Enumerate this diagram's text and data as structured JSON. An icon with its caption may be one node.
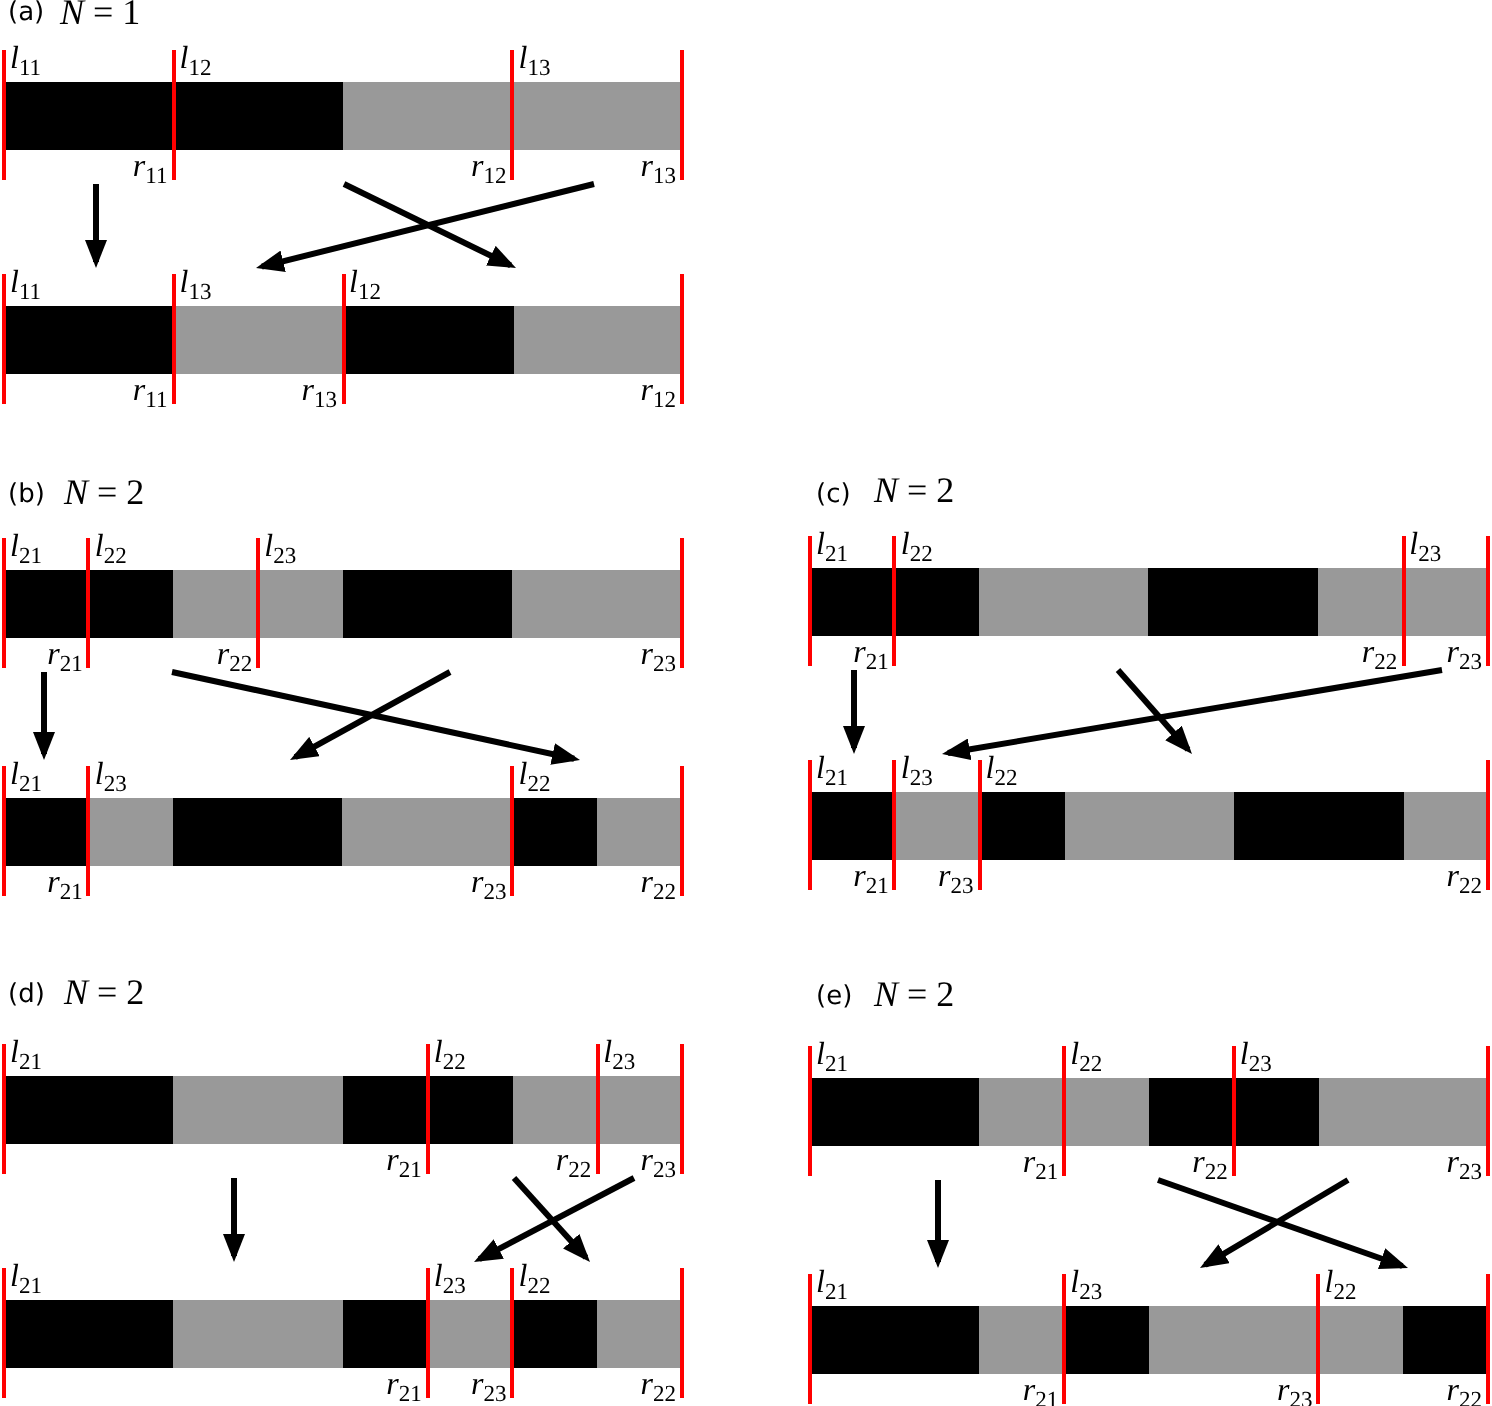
{
  "diagram": {
    "nodes": [
      {
        "text": [],
        "shape": "bar",
        "beside": [
          "*l*$_{11}$",
          "*r*$_{11}$"
        ]
      },
      {
        "text": [],
        "shape": "bar",
        "beside": [
          "*l*$_{12}$",
          "*r*$_{12}$"
        ]
      },
      {
        "text": [],
        "shape": "bar",
        "beside": [
          "*l*$_{13}$",
          "*r*$_{13}$"
        ]
      },
      {
        "text": [],
        "shape": "bar",
        "beside": [
          "*l*$_{11}$",
          "*r*$_{11}$"
        ]
      },
      {
        "text": [],
        "shape": "bar",
        "beside": [
          "*l*$_{13}$",
          "*r*$_{13}$"
        ]
      },
      {
        "text": [],
        "shape": "bar",
        "beside": [
          "*l*$_{12}$",
          "*r*$_{12}$"
        ]
      },
      {
        "text": [],
        "shape": "bar",
        "beside": [
          "*l*$_{21}$",
          "*r*$_{21}$"
        ]
      },
      {
        "text": [],
        "shape": "bar",
        "beside": [
          "*l*$_{22}$",
          "*r*$_{22}$"
        ]
      },
      {
        "text": [],
        "shape": "bar",
        "beside": [
          "*l*$_{23}$",
          "*r*$_{23}$"
        ]
      },
      {
        "text": [],
        "shape": "bar",
        "beside": [
          "*l*$_{21}$",
          "*r*$_{21}$"
        ]
      },
      {
        "text": [],
        "shape": "bar",
        "beside": [
          "*l*$_{23}$",
          "*r*$_{23}$"
        ]
      },
      {
        "text": [],
        "shape": "bar",
        "beside": [
          "*l*$_{22}$",
          "*r*$_{22}$"
        ]
      },
      {
        "text": [],
        "shape": "bar",
        "beside": [
          "*l*$_{21}$",
          "*r*$_{21}$"
        ]
      },
      {
        "text": [],
        "shape": "bar",
        "beside": [
          "*l*$_{22}$",
          "*r*$_{22}$"
        ]
      },
      {
        "text": [],
        "shape": "bar",
        "beside": [
          "*l*$_{23}$",
          "*r*$_{23}$"
        ]
      },
      {
        "text": [],
        "shape": "bar",
        "beside": [
          "*l*$_{21}$",
          "*r*$_{21}$"
        ]
      },
      {
        "text": [],
        "shape": "bar",
        "beside": [
          "*l*$_{23}$",
          "*r*$_{23}$"
        ]
      },
      {
        "text": [],
        "shape": "bar",
        "beside": [
          "*l*$_{22}$",
          "*r*$_{22}$"
        ]
      },
      {
        "text": [],
        "shape": "bar",
        "beside": [
          "*l*$_{21}$",
          "*r*$_{21}$"
        ]
      },
      {
        "text": [],
        "shape": "bar",
        "beside": [
          "*l*$_{22}$",
          "*r*$_{22}$"
        ]
      },
      {
        "text": [],
        "shape": "bar",
        "beside": [
          "*l*$_{23}$",
          "*r*$_{23}$"
        ]
      },
      {
        "text": [],
        "shape": "bar",
        "beside": [
          "*l*$_{21}$",
          "*r*$_{21}$"
        ]
      },
      {
        "text": [],
        "shape": "bar",
        "beside": [
          "*l*$_{23}$",
          "*r*$_{23}$"
        ]
      },
      {
        "text": [],
        "shape": "bar",
        "beside": [
          "*l*$_{22}$",
          "*r*$_{22}$"
        ]
      },
      {
        "text": [],
        "shape": "bar",
        "beside": [
          "*l*$_{21}$",
          "*r*$_{21}$"
        ]
      },
      {
        "text": [],
        "shape": "bar",
        "beside": [
          "*l*$_{22}$",
          "*r*$_{22}$"
        ]
      },
      {
        "text": [],
        "shape": "bar",
        "beside": [
          "*l*$_{23}$",
          "*r*$_{23}$"
        ]
      },
      {
        "text": [],
        "shape": "bar",
        "beside": [
          "*l*$_{21}$",
          "*r*$_{21}$"
        ]
      },
      {
        "text": [],
        "shape": "bar",
        "beside": [
          "*l*$_{23}$",
          "*r*$_{23}$"
        ]
      },
      {
        "text": [],
        "shape": "bar",
        "beside": [
          "*l*$_{22}$",
          "*r*$_{22}$"
        ]
      }
    ],
    "edges": [
      {
        "from": 0,
        "to": 3,
        "arrow": "to"
      },
      {
        "from": 1,
        "to": 5,
        "arrow": "to"
      },
      {
        "from": 2,
        "to": 4,
        "arrow": "to"
      },
      {
        "from": 6,
        "to": 9,
        "arrow": "to"
      },
      {
        "from": 7,
        "to": 11,
        "arrow": "to"
      },
      {
        "from": 8,
        "to": 10,
        "arrow": "to"
      },
      {
        "from": 12,
        "to": 15,
        "arrow": "to"
      },
      {
        "from": 13,
        "to": 17,
        "arrow": "to"
      },
      {
        "from": 14,
        "to": 16,
        "arrow": "to"
      },
      {
        "from": 18,
        "to": 21,
        "arrow": "to"
      },
      {
        "from": 19,
        "to": 23,
        "arrow": "to"
      },
      {
        "from": 20,
        "to": 22,
        "arrow": "to"
      },
      {
        "from": 24,
        "to": 27,
        "arrow": "to"
      },
      {
        "from": 25,
        "to": 29,
        "arrow": "to"
      },
      {
        "from": 26,
        "to": 28,
        "arrow": "to"
      }
    ],
    "labels": [
      "(a)",
      "*N* = 1",
      "(b)",
      "*N* = 2",
      "(c)",
      "*N* = 2",
      "(d)",
      "*N* = 2",
      "(e)",
      "*N* = 2"
    ]
  }
}
